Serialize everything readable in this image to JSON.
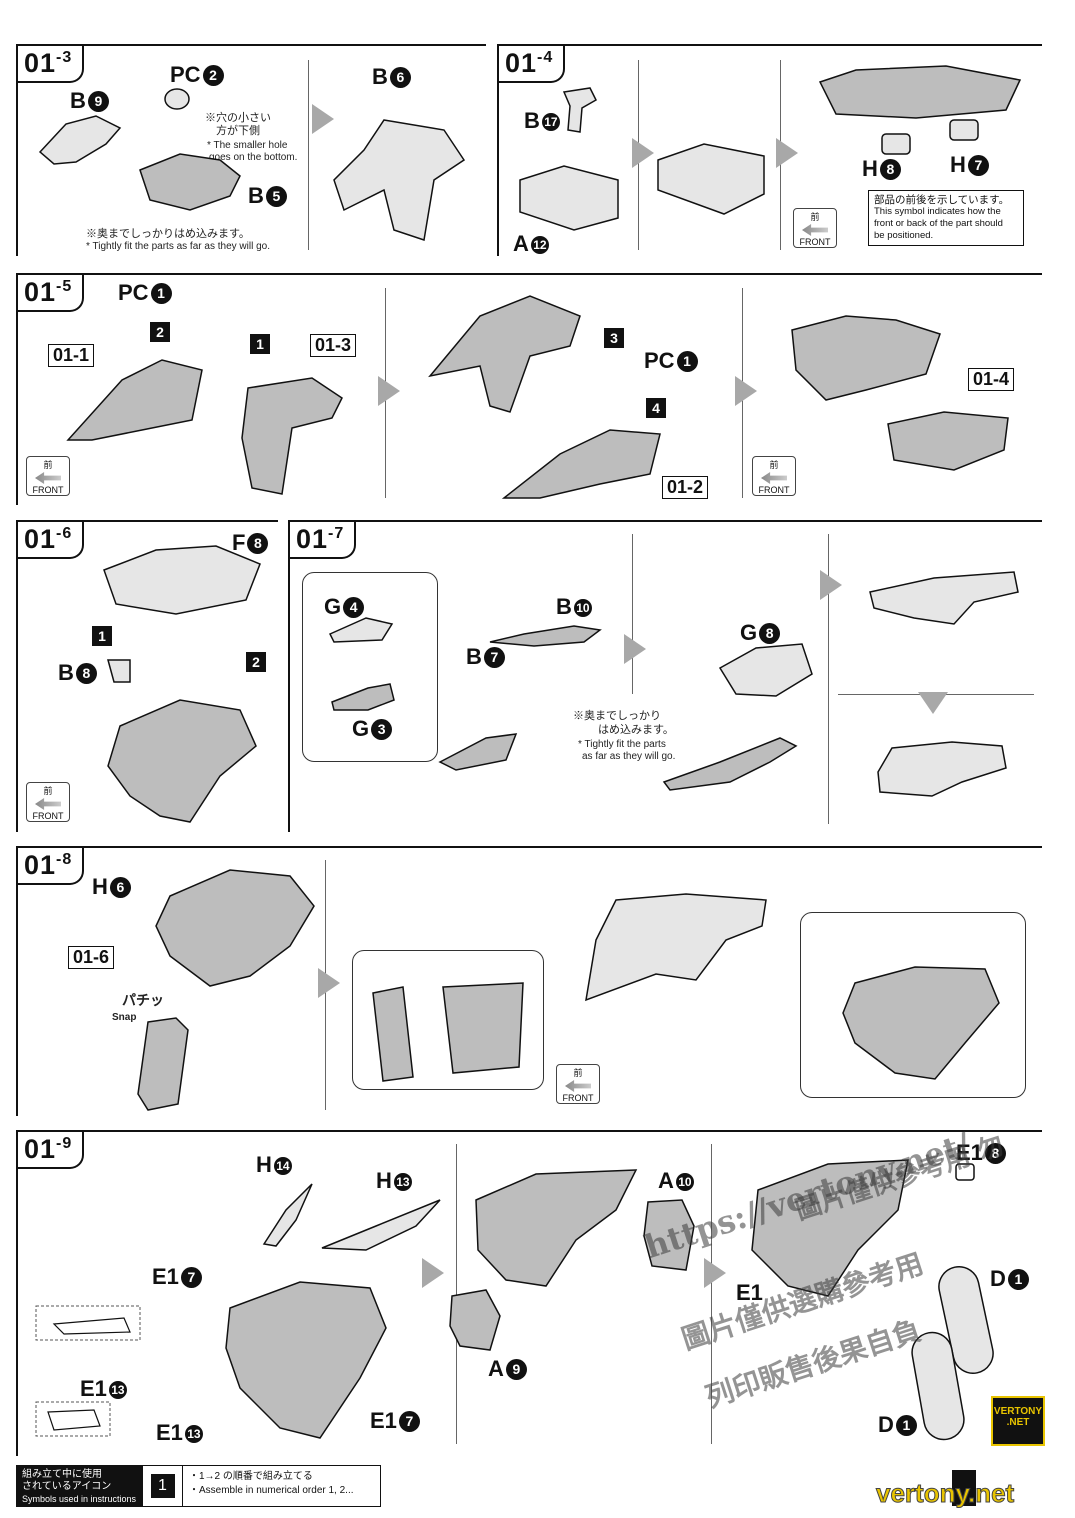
{
  "sections": {
    "s1": {
      "main": "01",
      "sub": "-3"
    },
    "s2": {
      "main": "01",
      "sub": "-4"
    },
    "s3": {
      "main": "01",
      "sub": "-5"
    },
    "s4": {
      "main": "01",
      "sub": "-6"
    },
    "s5": {
      "main": "01",
      "sub": "-7"
    },
    "s6": {
      "main": "01",
      "sub": "-8"
    },
    "s7": {
      "main": "01",
      "sub": "-9"
    }
  },
  "s1": {
    "pc": "PC",
    "pc_n": "2",
    "b9": "B",
    "b9_n": "9",
    "b5": "B",
    "b5_n": "5",
    "b6": "B",
    "b6_n": "6",
    "hole_jp1": "※穴の小さい",
    "hole_jp2": "方が下側",
    "hole_en1": "* The smaller hole",
    "hole_en2": "goes on the bottom.",
    "tight_jp": "※奥までしっかりはめ込みます。",
    "tight_en": "* Tightly fit the parts as far as they will go."
  },
  "s2": {
    "b17": "B",
    "b17_n": "17",
    "a12": "A",
    "a12_n": "12",
    "h8": "H",
    "h8_n": "8",
    "h7": "H",
    "h7_n": "7",
    "info_jp": "部品の前後を示しています。",
    "info_en1": "This symbol indicates how the",
    "info_en2": "front or back of the part should",
    "info_en3": "be positioned."
  },
  "front": {
    "jp": "前",
    "en": "FRONT"
  },
  "s3": {
    "pc1": "PC",
    "pc1_n": "1",
    "pc2": "PC",
    "pc2_n": "1",
    "ref1": "01-1",
    "ref3": "01-3",
    "ref2": "01-2",
    "ref4": "01-4",
    "step1": "1",
    "step2": "2",
    "step3": "3",
    "step4": "4"
  },
  "s4": {
    "f8": "F",
    "f8_n": "8",
    "b8": "B",
    "b8_n": "8",
    "step1": "1",
    "step2": "2"
  },
  "s5": {
    "g4": "G",
    "g4_n": "4",
    "g3": "G",
    "g3_n": "3",
    "b7": "B",
    "b7_n": "7",
    "b10": "B",
    "b10_n": "10",
    "g8": "G",
    "g8_n": "8",
    "tight_jp1": "※奥までしっかり",
    "tight_jp2": "はめ込みます。",
    "tight_en1": "* Tightly fit the parts",
    "tight_en2": "as far as they will go."
  },
  "s6": {
    "h6": "H",
    "h6_n": "6",
    "ref6": "01-6",
    "snap_jp": "パチッ",
    "snap_en": "Snap"
  },
  "s7": {
    "h14": "H",
    "h14_n": "14",
    "h13": "H",
    "h13_n": "13",
    "e17a": "E1",
    "e17a_n": "7",
    "e113a": "E1",
    "e113a_n": "13",
    "e113b": "E1",
    "e113b_n": "13",
    "e17b": "E1",
    "e17b_n": "7",
    "a10": "A",
    "a10_n": "10",
    "a9": "A",
    "a9_n": "9",
    "e18": "E1",
    "e18_n": "8",
    "e1x": "E1",
    "d1a": "D",
    "d1a_n": "1",
    "d1b": "D",
    "d1b_n": "1"
  },
  "legend": {
    "title_jp1": "組み立て中に使用",
    "title_jp2": "されているアイコン",
    "title_en": "Symbols used in instructions",
    "icon": "1",
    "line_jp": "・1→2 の順番で組み立てる",
    "line_en": "・Assemble in numerical order 1, 2..."
  },
  "watermark": {
    "url": "https://vertony.net/",
    "line1": "圖片僅供參考用 勿",
    "line2": "圖片僅供選購參考用",
    "line3": "列印販售後果自負",
    "logo1": "VERTONY",
    "logo2": ".NET",
    "bottom": "vertony.net"
  },
  "colors": {
    "ink": "#111111",
    "part_fill": "#bdbdbd",
    "part_light": "#e6e6e6",
    "arrow": "#a8a8a8",
    "logo": "#e8c400"
  }
}
